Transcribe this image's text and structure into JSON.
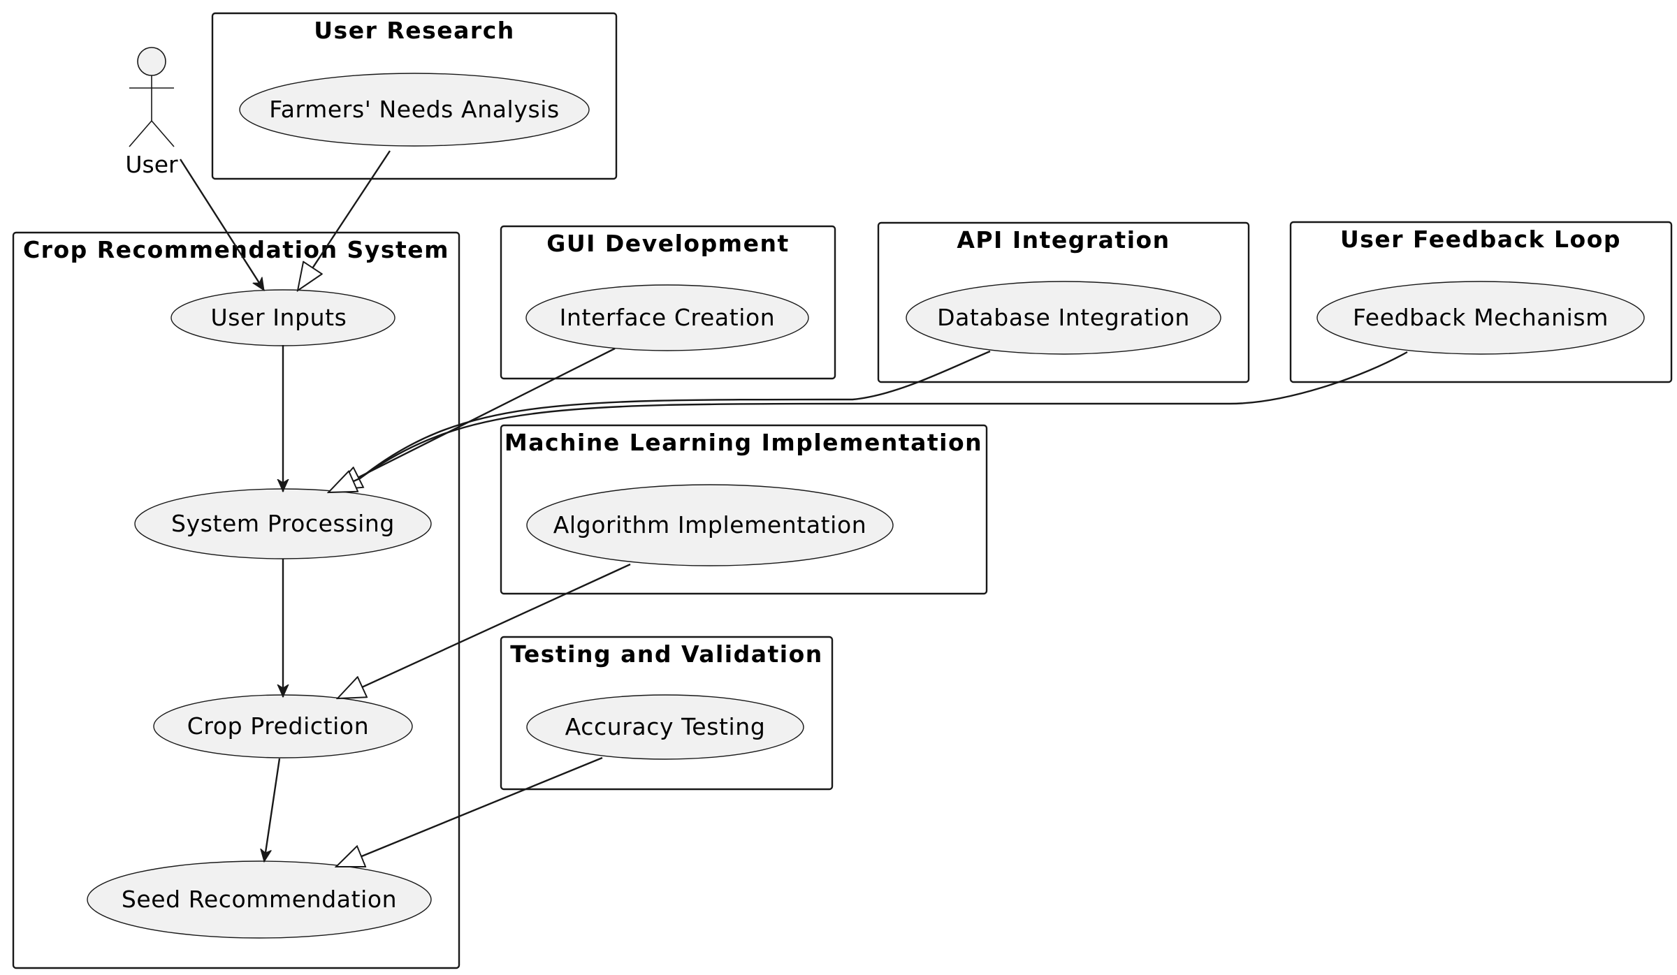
{
  "actor": {
    "label": "User"
  },
  "packages": {
    "user_research": {
      "title": "User Research",
      "usecases": {
        "needs_analysis": "Farmers' Needs Analysis"
      }
    },
    "crop_system": {
      "title": "Crop Recommendation System",
      "usecases": {
        "user_inputs": "User Inputs",
        "system_processing": "System Processing",
        "crop_prediction": "Crop Prediction",
        "seed_recommendation": "Seed Recommendation"
      }
    },
    "gui_development": {
      "title": "GUI Development",
      "usecases": {
        "interface_creation": "Interface Creation"
      }
    },
    "api_integration": {
      "title": "API Integration",
      "usecases": {
        "database_integration": "Database Integration"
      }
    },
    "user_feedback_loop": {
      "title": "User Feedback Loop",
      "usecases": {
        "feedback_mechanism": "Feedback Mechanism"
      }
    },
    "ml_implementation": {
      "title": "Machine Learning Implementation",
      "usecases": {
        "algorithm_implementation": "Algorithm Implementation"
      }
    },
    "testing_validation": {
      "title": "Testing and Validation",
      "usecases": {
        "accuracy_testing": "Accuracy Testing"
      }
    }
  },
  "relations": [
    {
      "from": "User",
      "to": "User Inputs",
      "type": "association-arrow"
    },
    {
      "from": "Farmers' Needs Analysis",
      "to": "User Inputs",
      "type": "generalization"
    },
    {
      "from": "User Inputs",
      "to": "System Processing",
      "type": "association-arrow"
    },
    {
      "from": "System Processing",
      "to": "Crop Prediction",
      "type": "association-arrow"
    },
    {
      "from": "Crop Prediction",
      "to": "Seed Recommendation",
      "type": "association-arrow"
    },
    {
      "from": "Interface Creation",
      "to": "System Processing",
      "type": "generalization"
    },
    {
      "from": "Database Integration",
      "to": "System Processing",
      "type": "generalization"
    },
    {
      "from": "Feedback Mechanism",
      "to": "System Processing",
      "type": "generalization"
    },
    {
      "from": "Algorithm Implementation",
      "to": "Crop Prediction",
      "type": "generalization"
    },
    {
      "from": "Accuracy Testing",
      "to": "Seed Recommendation",
      "type": "generalization"
    }
  ]
}
